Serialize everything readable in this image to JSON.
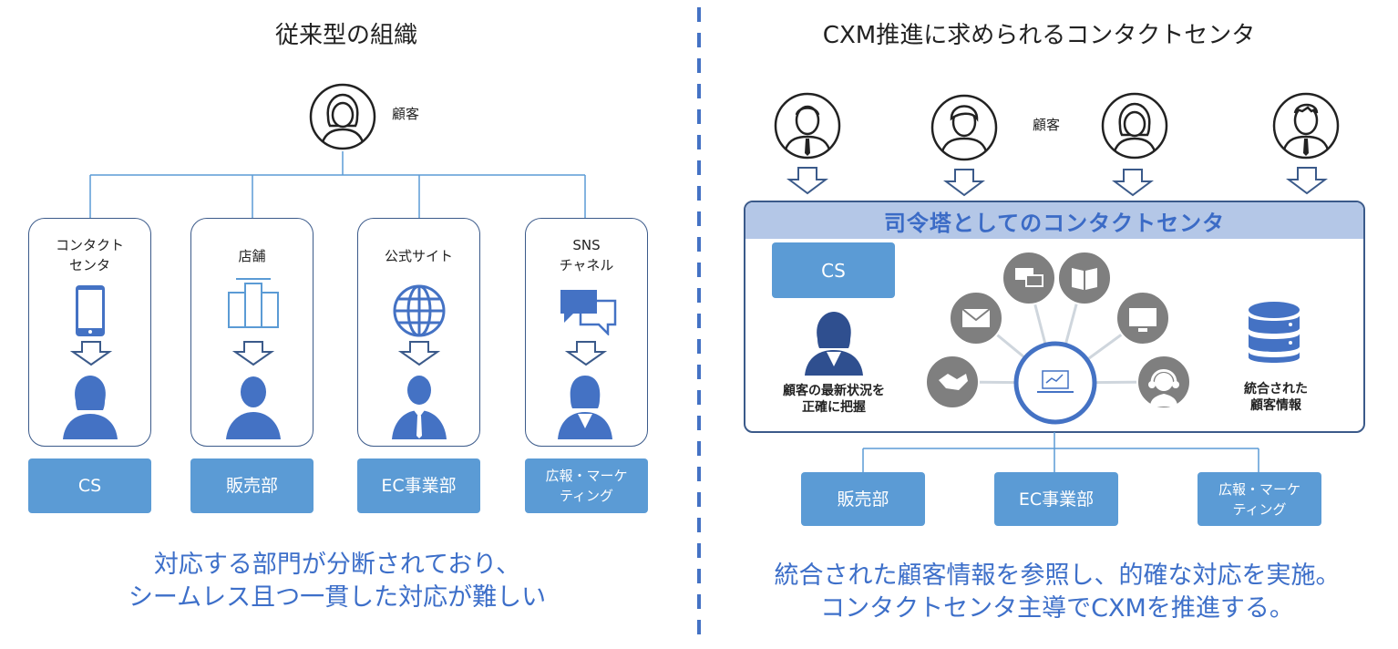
{
  "left": {
    "title": "従来型の組織",
    "customer_label": "顧客",
    "channels": [
      {
        "line1": "コンタクト",
        "line2": "センタ"
      },
      {
        "line1": "店舗",
        "line2": ""
      },
      {
        "line1": "公式サイト",
        "line2": ""
      },
      {
        "line1": "SNS",
        "line2": "チャネル"
      }
    ],
    "departments": [
      {
        "line1": "CS",
        "line2": ""
      },
      {
        "line1": "販売部",
        "line2": ""
      },
      {
        "line1": "EC事業部",
        "line2": ""
      },
      {
        "line1": "広報・マーケ",
        "line2": "ティング"
      }
    ],
    "conclusion": {
      "line1": "対応する部門が分断されており、",
      "line2": "シームレス且つ一貫した対応が難しい"
    }
  },
  "right": {
    "title": "CXM推進に求められるコンタクトセンタ",
    "customer_label": "顧客",
    "hq_title": "司令塔としてのコンタクトセンタ",
    "cs_label": "CS",
    "agent_caption": {
      "line1": "顧客の最新状況を",
      "line2": "正確に把握"
    },
    "db_caption": {
      "line1": "統合された",
      "line2": "顧客情報"
    },
    "departments": [
      {
        "line1": "販売部",
        "line2": ""
      },
      {
        "line1": "EC事業部",
        "line2": ""
      },
      {
        "line1": "広報・マーケ",
        "line2": "ティング"
      }
    ],
    "conclusion": {
      "line1": "統合された顧客情報を参照し、的確な対応を実施。",
      "line2": "コンタクトセンタ主導でCXMを推進する。"
    }
  },
  "colors": {
    "accent_blue": "#5b9bd5",
    "icon_blue": "#4472c4",
    "text_blue": "#3d6fc9",
    "hq_header": "#b4c7e7",
    "divider": "#4472c4",
    "gray_icon": "#7f7f7f"
  }
}
